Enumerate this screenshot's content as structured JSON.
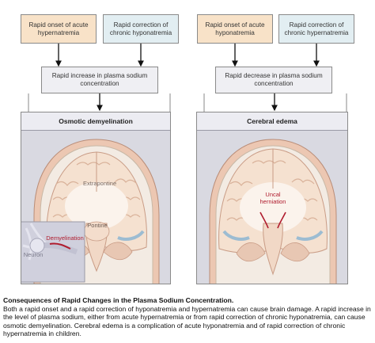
{
  "left": {
    "cause1": "Rapid onset of acute hypernatremia",
    "cause2": "Rapid correction of chronic hyponatremia",
    "change": "Rapid increase in plasma sodium concentration",
    "panel_title": "Osmotic demyelination",
    "labels": {
      "extrapontine": "Extrapontine",
      "pontine": "Pontine",
      "neuron": "Neuron",
      "demyelination": "Demyelination"
    }
  },
  "right": {
    "cause1": "Rapid onset of acute hyponatremia",
    "cause2": "Rapid correction of chronic hypernatremia",
    "change": "Rapid decrease in plasma sodium concentration",
    "panel_title": "Cerebral edema",
    "labels": {
      "uncal": "Uncal herniation"
    }
  },
  "caption": {
    "title": "Consequences of Rapid Changes in the Plasma Sodium Concentration.",
    "body": "Both a rapid onset and a rapid correction of hyponatremia and hypernatremia can cause brain damage. A rapid increase in the level of plasma sodium, either from acute hypernatremia or from rapid correction of chronic hyponatremia, can cause osmotic demyelination. Cerebral edema is a complication of acute hyponatremia and of rapid correction of chronic hypernatremia in children."
  },
  "colors": {
    "onset_box": "#f8e2c8",
    "correction_box": "#e2eef2",
    "brain_tissue": "#f5e1d0",
    "csf_blue": "#9cbcd2",
    "demyelination_red": "#b01c2e"
  }
}
